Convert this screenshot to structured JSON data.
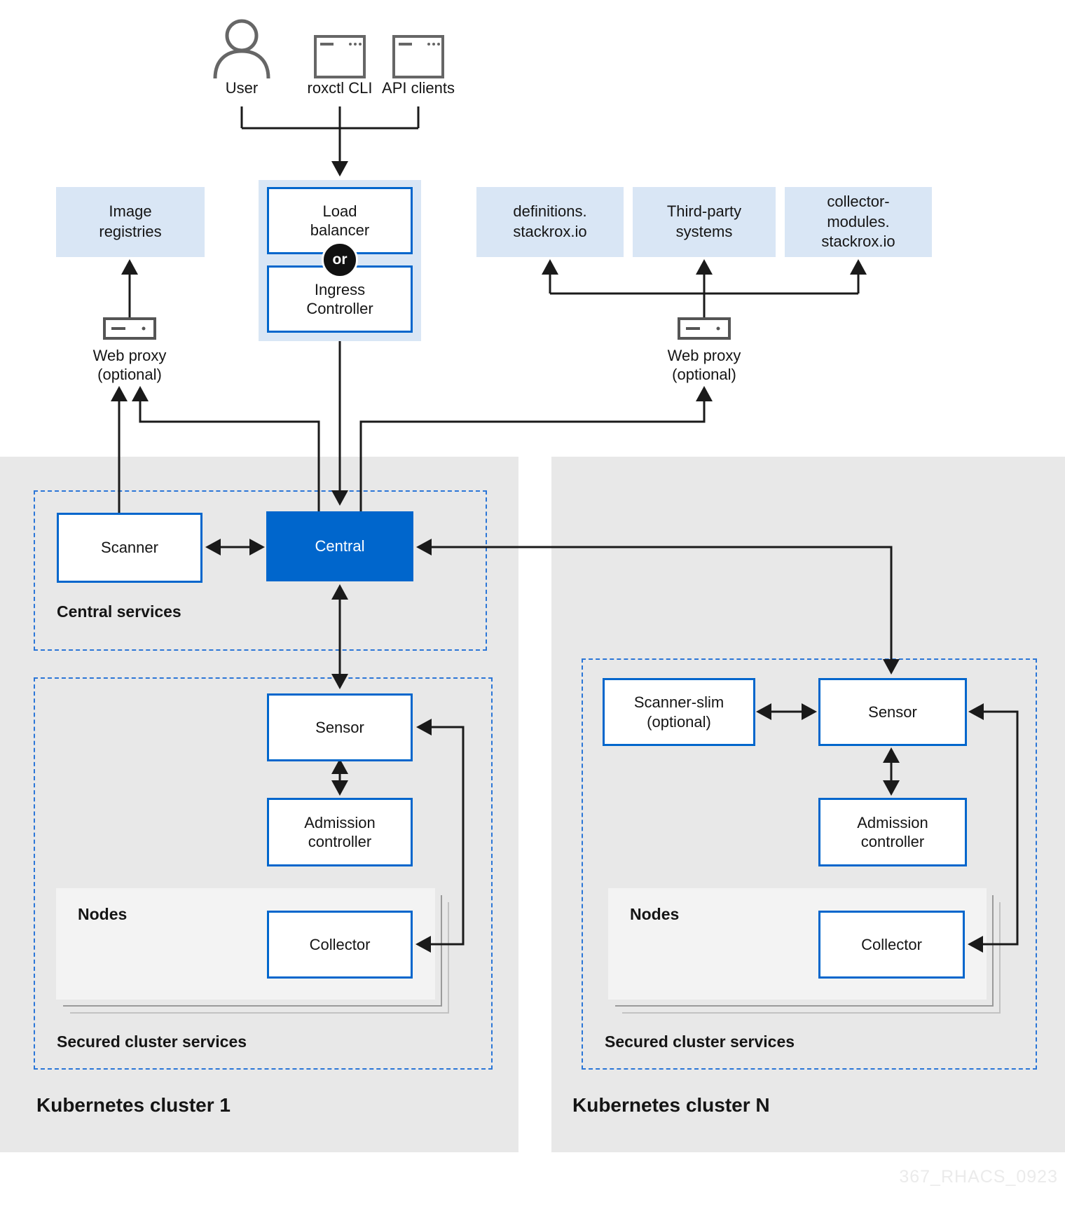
{
  "colors": {
    "accent_blue": "#0066cc",
    "light_blue": "#d9e6f5",
    "dashed_blue": "#2b76d7",
    "region_gray": "#e8e8e8"
  },
  "actors": {
    "user": "User",
    "roxctl": "roxctl CLI",
    "api": "API clients"
  },
  "top": {
    "image_registries": "Image\nregistries",
    "load_balancer": "Load\nbalancer",
    "or": "or",
    "ingress_controller": "Ingress\nController",
    "definitions": "definitions.\nstackrox.io",
    "third_party": "Third-party\nsystems",
    "collector_modules": "collector-\nmodules.\nstackrox.io",
    "web_proxy_left": "Web proxy\n(optional)",
    "web_proxy_right": "Web proxy\n(optional)"
  },
  "central_services": {
    "title": "Central services",
    "scanner": "Scanner",
    "central": "Central"
  },
  "cluster1": {
    "title": "Kubernetes cluster 1",
    "section": "Secured cluster services",
    "sensor": "Sensor",
    "admission": "Admission\ncontroller",
    "nodes": "Nodes",
    "collector": "Collector"
  },
  "clusterN": {
    "title": "Kubernetes cluster N",
    "section": "Secured cluster services",
    "scanner_slim": "Scanner-slim\n(optional)",
    "sensor": "Sensor",
    "admission": "Admission\ncontroller",
    "nodes": "Nodes",
    "collector": "Collector"
  },
  "watermark": "367_RHACS_0923"
}
